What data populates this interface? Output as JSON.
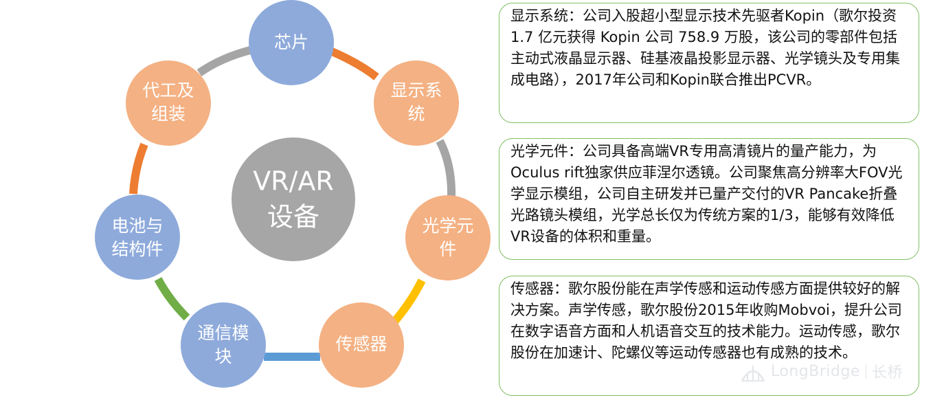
{
  "diagram": {
    "center": {
      "line1": "VR/AR",
      "line2": "设备",
      "color": "#a6a6a6"
    },
    "nodes": [
      {
        "id": "chip",
        "lines": [
          "芯片"
        ],
        "color": "#8eaadb"
      },
      {
        "id": "display",
        "lines": [
          "显示系",
          "统"
        ],
        "color": "#f4b183"
      },
      {
        "id": "optics",
        "lines": [
          "光学元",
          "件"
        ],
        "color": "#f4b183"
      },
      {
        "id": "sensor",
        "lines": [
          "传感器"
        ],
        "color": "#f4b183"
      },
      {
        "id": "comm",
        "lines": [
          "通信模",
          "块"
        ],
        "color": "#8eaadb"
      },
      {
        "id": "battery",
        "lines": [
          "电池与",
          "结构件"
        ],
        "color": "#8eaadb"
      },
      {
        "id": "oem",
        "lines": [
          "代工及",
          "组装"
        ],
        "color": "#f4b183"
      }
    ],
    "connector_colors": [
      "#ed7d31",
      "#a5a5a5",
      "#a5a5a5",
      "#ffc000",
      "#5b9bd5",
      "#70ad47",
      "#ed7d31",
      "#a5a5a5"
    ]
  },
  "boxes": {
    "display": "显示系统：公司入股超小型显示技术先驱者Kopin（歌尔投资 1.7 亿元获得 Kopin 公司 758.9 万股，该公司的零部件包括主动式液晶显示器、硅基液晶投影显示器、光学镜头及专用集成电路），2017年公司和Kopin联合推出PCVR。",
    "optics": "光学元件：公司具备高端VR专用高清镜片的量产能力，为Oculus rift独家供应菲涅尔透镜。公司聚焦高分辨率大FOV光学显示模组，公司自主研发并已量产交付的VR Pancake折叠光路镜头模组，光学总长仅为传统方案的1/3，能够有效降低VR设备的体积和重量。",
    "sensor": "传感器：歌尔股份能在声学传感和运动传感方面提供较好的解决方案。声学传感，歌尔股份2015年收购Mobvoi，提升公司在数字语音方面和人机语音交互的技术能力。运动传感，歌尔股份在加速计、陀螺仪等运动传感器也有成熟的技术。"
  },
  "watermark": {
    "brand": "LongBridge",
    "cn": "长桥"
  }
}
